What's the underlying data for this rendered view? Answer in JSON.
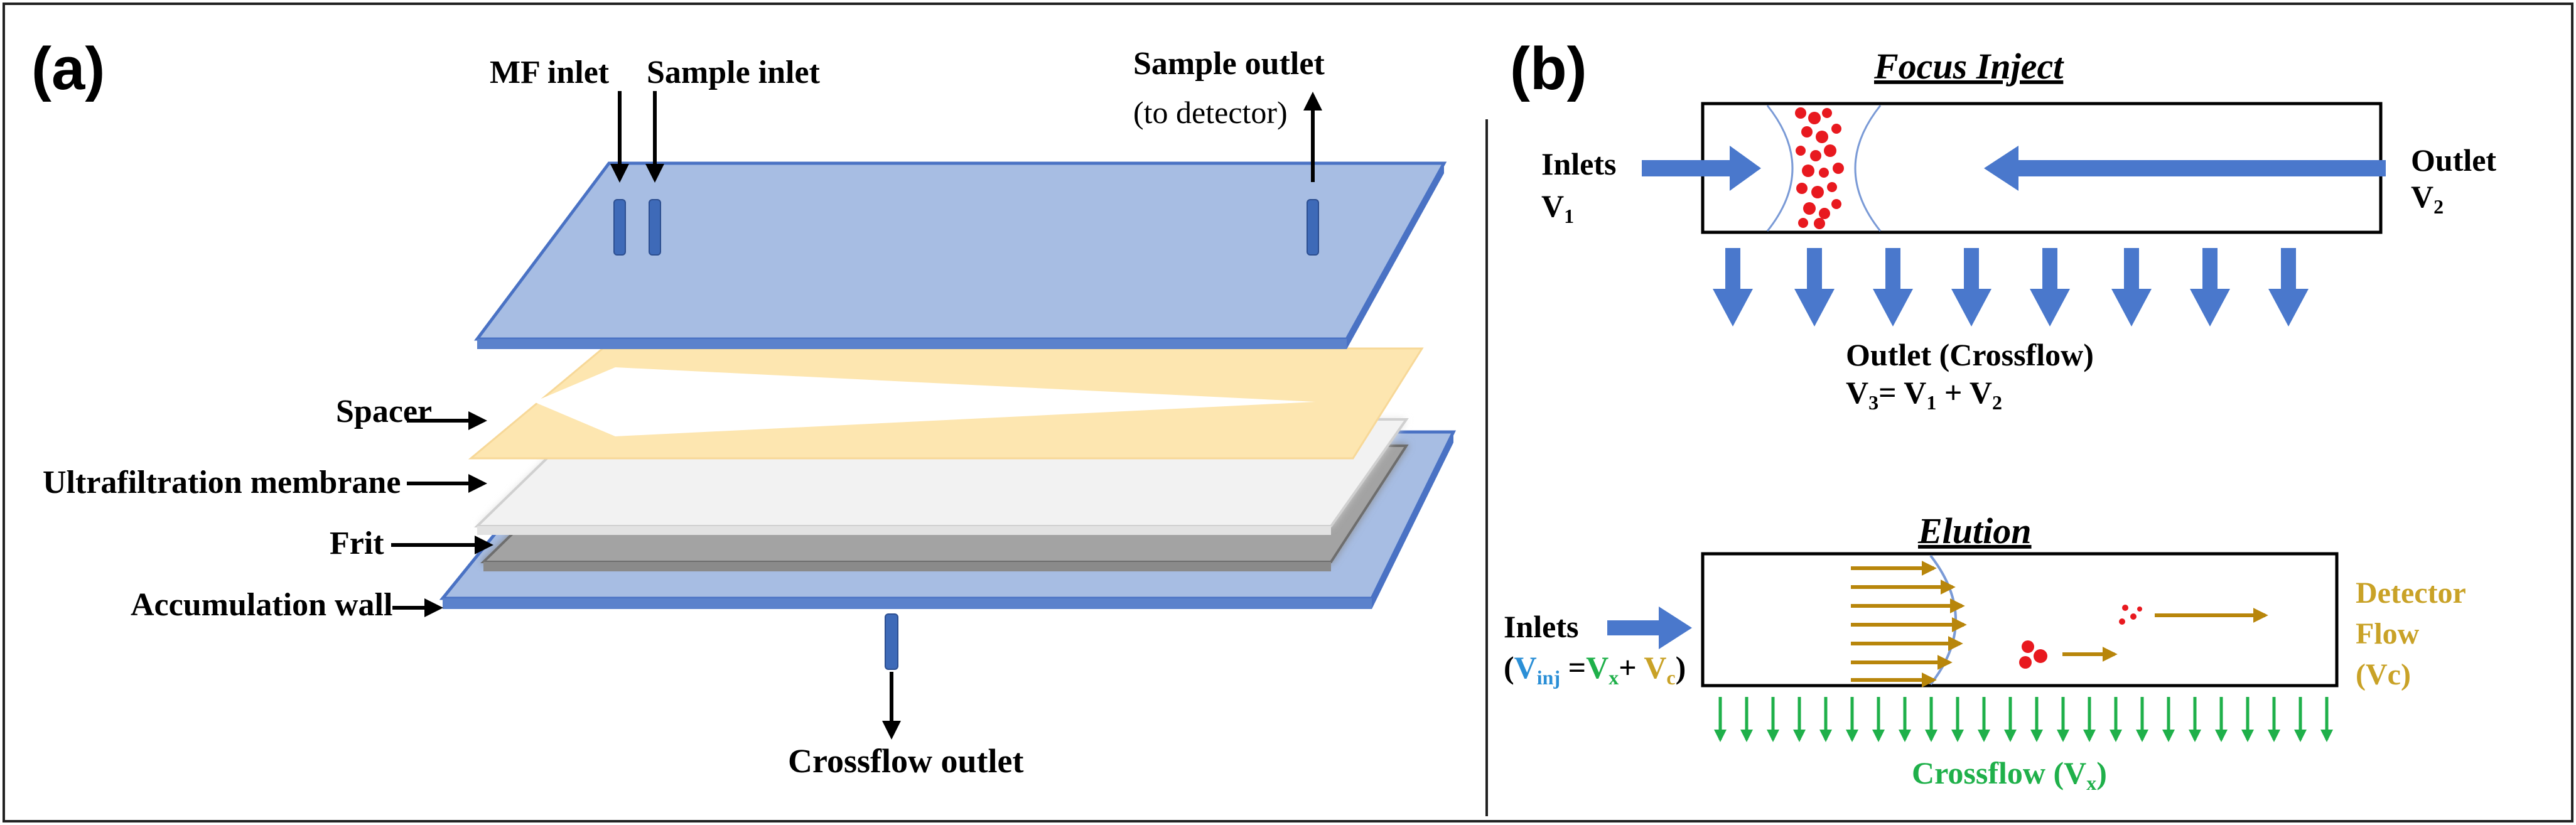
{
  "panel_a": {
    "label": "(a)",
    "mf_inlet": "MF inlet",
    "sample_inlet": "Sample inlet",
    "sample_outlet": "Sample outlet",
    "to_detector": "(to detector)",
    "spacer": "Spacer",
    "membrane": "Ultrafiltration membrane",
    "frit": "Frit",
    "accumulation_wall": "Accumulation wall",
    "crossflow_outlet": "Crossflow outlet"
  },
  "panel_b": {
    "label": "(b)",
    "focus": {
      "title": "Focus Inject",
      "inlets": "Inlets",
      "v1_base": "V",
      "v1_sub": "1",
      "outlet": "Outlet",
      "v2_base": "V",
      "v2_sub": "2",
      "crossflow_outlet": "Outlet (Crossflow)",
      "v3_p1": "V",
      "v3_s1": "3",
      "v3_p2": "= V",
      "v3_s2": "1",
      "v3_p3": " + V",
      "v3_s3": "2"
    },
    "elution": {
      "title": "Elution",
      "inlets": "Inlets",
      "eq_open": "(",
      "eq_v": "V",
      "eq_inj": "inj",
      "eq_equals": " =",
      "eq_vx": "V",
      "eq_x": "x",
      "eq_plus": "+ ",
      "eq_vc": "V",
      "eq_c": "c",
      "eq_close": ")",
      "detector": "Detector",
      "flow": "Flow",
      "vc": "(Vc)",
      "crossflow_base": "Crossflow (V",
      "crossflow_sub": "x",
      "crossflow_close": ")"
    }
  },
  "colors": {
    "plate_blue": "#a7bde3",
    "plate_edge": "#4a72c4",
    "port_blue": "#3e6ab8",
    "arrow_blue": "#4a78cc",
    "spacer_yellow": "#fde6b0",
    "membrane": "#f0f0f0",
    "frit": "#a0a0a0",
    "particle_red": "#e8191f",
    "gold": "#b8860b",
    "green": "#1fb04a",
    "inj_blue": "#2b8fd6",
    "detector_gold": "#c9a227"
  }
}
